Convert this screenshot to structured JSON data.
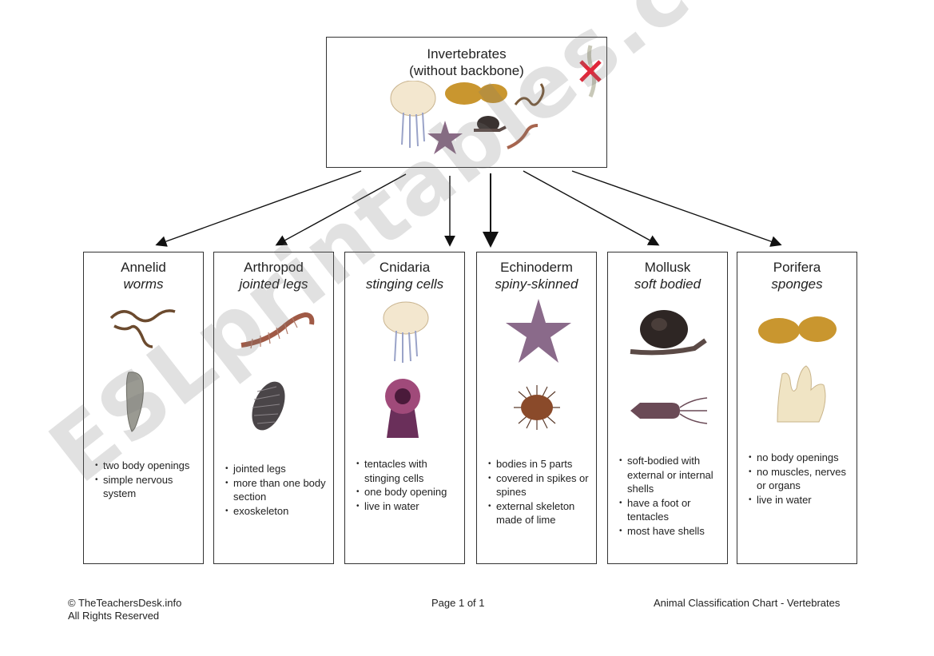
{
  "top": {
    "title": "Invertebrates",
    "subtitle": "(without backbone)"
  },
  "categories": [
    {
      "name": "Annelid",
      "subtitle": "worms",
      "bullets": [
        "two body openings",
        "simple nervous system"
      ]
    },
    {
      "name": "Arthropod",
      "subtitle": "jointed legs",
      "bullets": [
        "jointed legs",
        "more than one body section",
        "exoskeleton"
      ]
    },
    {
      "name": "Cnidaria",
      "subtitle": "stinging cells",
      "bullets": [
        "tentacles with stinging cells",
        "one body opening",
        "live in water"
      ]
    },
    {
      "name": "Echinoderm",
      "subtitle": "spiny-skinned",
      "bullets": [
        "bodies in 5 parts",
        "covered in spikes or spines",
        "external skeleton made of lime"
      ]
    },
    {
      "name": "Mollusk",
      "subtitle": "soft bodied",
      "bullets": [
        "soft-bodied with external or internal shells",
        "have a foot or tentacles",
        "most have shells"
      ]
    },
    {
      "name": "Porifera",
      "subtitle": "sponges",
      "bullets": [
        "no body openings",
        "no muscles, nerves or organs",
        "live in water"
      ]
    }
  ],
  "footer": {
    "copyright": "© TheTeachersDesk.info",
    "rights": "All Rights Reserved",
    "page": "Page 1 of 1",
    "doc_title": "Animal Classification Chart - Vertebrates"
  },
  "watermark": "ESLprintables.com"
}
